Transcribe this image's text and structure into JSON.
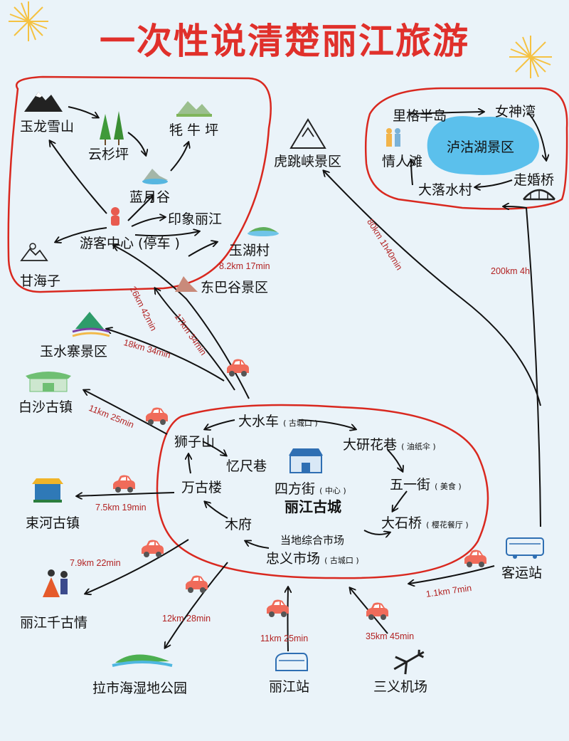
{
  "title": "一次性说清楚丽江旅游",
  "north_region": {
    "places": {
      "yulong": "玉龙雪山",
      "yunshan": "云杉坪",
      "maoniu": "牦 牛 坪",
      "lanyue": "蓝月谷",
      "yinxiang": "印象丽江",
      "visitor_center": "游客中心 (停车 )",
      "ganhaizi": "甘海子",
      "yuhu": "玉湖村",
      "dongba": "东巴谷景区"
    }
  },
  "tiger_leaping": "虎跳峡景区",
  "lugu_region": {
    "places": {
      "ligepeninsula": "里格半岛",
      "nvshen": "女神湾",
      "lake": "泸沽湖景区",
      "qingren": "情人滩",
      "zouhun": "走婚桥",
      "daluo": "大落水村"
    }
  },
  "outer_places": {
    "yushuizhai": "玉水寨景区",
    "baisha": "白沙古镇",
    "shuhe": "束河古镇",
    "qiangu": "丽江千古情",
    "lashihai": "拉市海湿地公园",
    "station": "丽江站",
    "airport": "三义机场",
    "bus": "客运站"
  },
  "old_town": {
    "dashuiche": "大水车",
    "dashuiche_note": "( 古城口 )",
    "shizishan": "狮子山",
    "yichixiang": "忆尺巷",
    "wangulou": "万古楼",
    "sifangjie": "四方街",
    "sifangjie_note": "( 中心 )",
    "gucheng": "丽江古城",
    "dayan": "大研花巷",
    "dayan_note": "( 油纸伞 )",
    "wuyijie": "五一街",
    "wuyijie_note": "( 美食 )",
    "mufu": "木府",
    "dashiqiao": "大石桥",
    "dashiqiao_note": "( 樱花餐厅 )",
    "market": "当地综合市场",
    "zhongyi": "忠义市场",
    "zhongyi_note": "( 古城口 )"
  },
  "distances": {
    "yuhu": "8.2km 17min",
    "visitor": "26km 42min",
    "dongba": "17km 34min",
    "yushuizhai": "18km 34min",
    "baisha": "11km 25min",
    "tiger": "80km 1h40min",
    "lugu": "200km 4h",
    "shuhe": "7.5km 19min",
    "qiangu": "7.9km 22min",
    "lashihai": "12km 28min",
    "station": "11km 25min",
    "airport": "35km 45min",
    "bus": "1.1km 7min"
  },
  "colors": {
    "title": "#e0302b",
    "route": "#d9281f",
    "distance": "#b22222",
    "background": "#eaf3f9",
    "lake": "#5bc0ec",
    "car": "#f06b5a"
  }
}
